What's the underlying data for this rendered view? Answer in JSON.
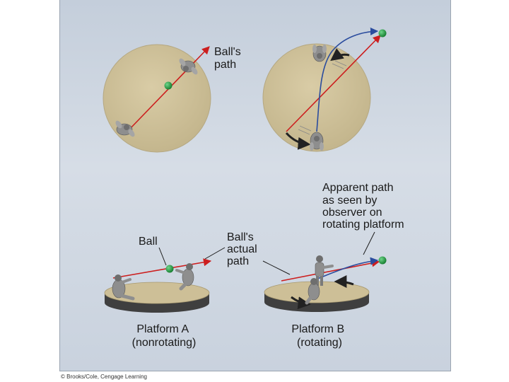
{
  "labels": {
    "balls_path": [
      "Ball's",
      "path"
    ],
    "apparent_path": [
      "Apparent path",
      "as seen by",
      "observer on",
      "rotating platform"
    ],
    "ball": "Ball",
    "balls_actual_path": [
      "Ball's",
      "actual",
      "path"
    ],
    "platform_a": [
      "Platform A",
      "(nonrotating)"
    ],
    "platform_b": [
      "Platform B",
      "(rotating)"
    ]
  },
  "credit": "© Brooks/Cole, Cengage Learning",
  "colors": {
    "platform_top": "#cdbf97",
    "platform_edge": "#3f3f3f",
    "actual_path": "#cc1e1e",
    "apparent_path": "#2a4c9e",
    "ball": "#1e8c3a",
    "panel_bg": "#cfd7e1"
  }
}
